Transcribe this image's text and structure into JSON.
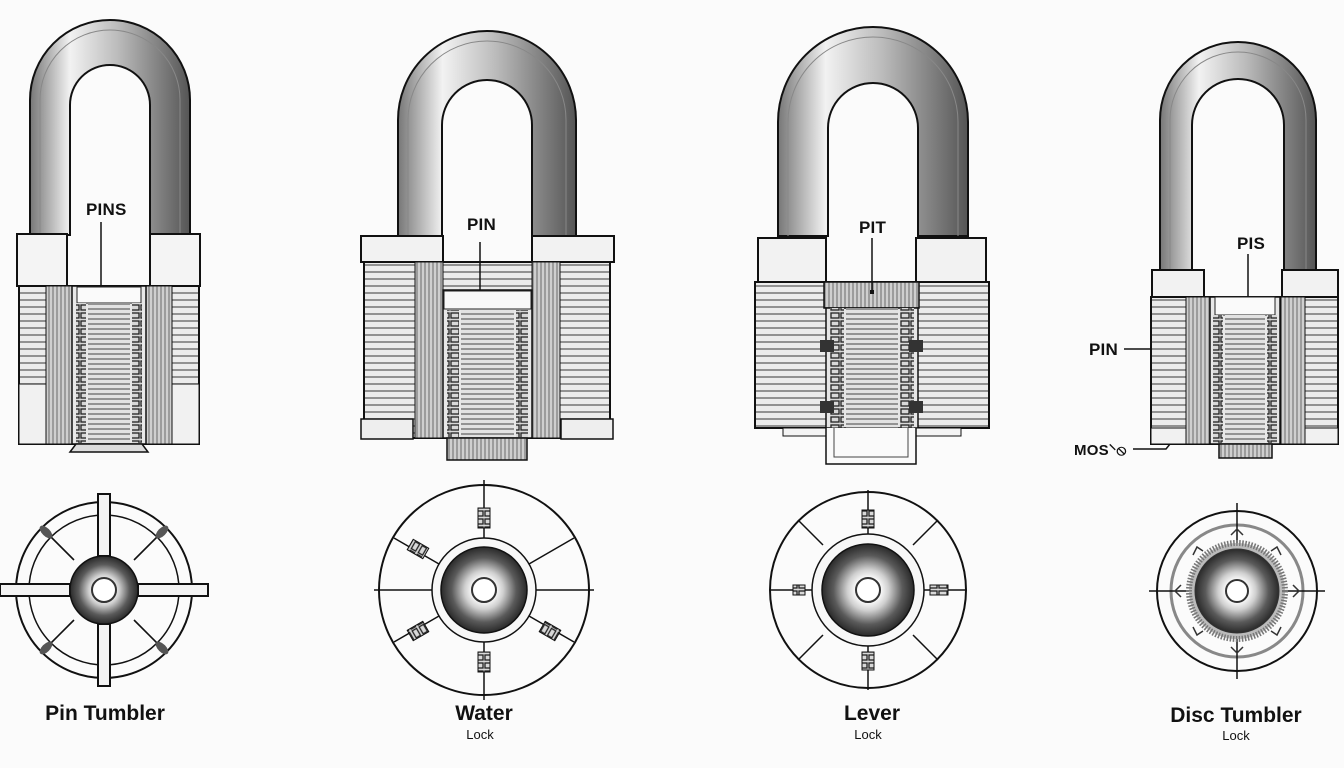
{
  "diagram": {
    "type": "padlock mechanism comparison",
    "colors": {
      "ink": "#111111",
      "background": "#fbfbfb",
      "shade_dark": "#555555",
      "shade_mid": "#9a9a9a",
      "shade_light": "#e4e4e4"
    },
    "locks": [
      {
        "id": "pin-tumbler",
        "title": "Pin Tumbler",
        "subtitle": "",
        "callouts": [
          {
            "text": "PINS",
            "target": "plug-top"
          }
        ],
        "cross_section": "8 radial pins, 4 bars in cross shape"
      },
      {
        "id": "water",
        "title": "Water",
        "subtitle": "Lock",
        "callouts": [
          {
            "text": "PIN",
            "target": "plug-top"
          }
        ],
        "cross_section": "6 radial springs"
      },
      {
        "id": "lever",
        "title": "Lever",
        "subtitle": "Lock",
        "callouts": [
          {
            "text": "PIT",
            "target": "plug-top"
          }
        ],
        "cross_section": "4 levers, 8 spokes"
      },
      {
        "id": "disc-tumbler",
        "title": "Disc Tumbler",
        "subtitle": "Lock",
        "callouts": [
          {
            "text": "PIS",
            "target": "plug-top"
          },
          {
            "text": "PIN",
            "target": "body-side"
          },
          {
            "text": "MOS⸌⦸",
            "target": "body-base"
          }
        ],
        "cross_section": "8 disc detents"
      }
    ]
  }
}
